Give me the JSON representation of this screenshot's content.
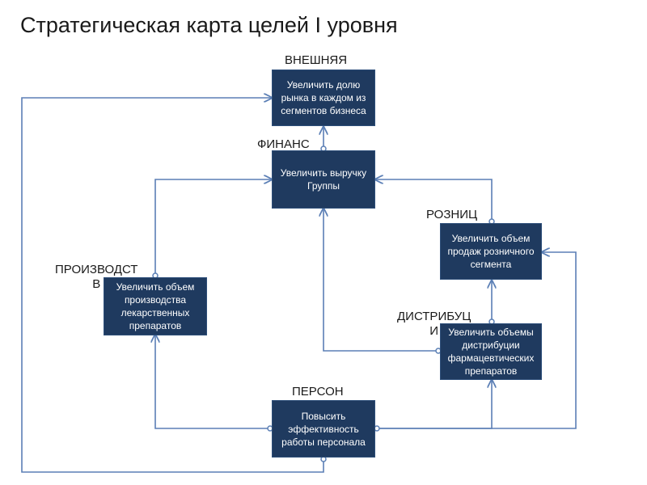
{
  "title": "Стратегическая карта целей I уровня",
  "perspectives": {
    "external": "ВНЕШНЯЯ",
    "finance": "ФИНАНС",
    "retail": "РОЗНИЦ",
    "production_line1": "ПРОИЗВОДСТ",
    "production_line2": "В",
    "distribution_line1": "ДИСТРИБУЦ",
    "distribution_line2": "И",
    "personnel": "ПЕРСОН"
  },
  "goals": {
    "market_share": "Увеличить долю рынка в каждом из сегментов бизнеса",
    "group_revenue": "Увеличить выручку Группы",
    "retail_sales": "Увеличить объем продаж розничного сегмента",
    "drug_production": "Увеличить объем производства лекарственных препаратов",
    "pharma_distribution": "Увеличить объемы дистрибуции фармацевтических препаратов",
    "staff_efficiency": "Повысить эффективность работы персонала"
  },
  "colors": {
    "box_fill": "#1f3a5f",
    "line": "#5b7fb5",
    "text_dark": "#1a1a1a"
  }
}
